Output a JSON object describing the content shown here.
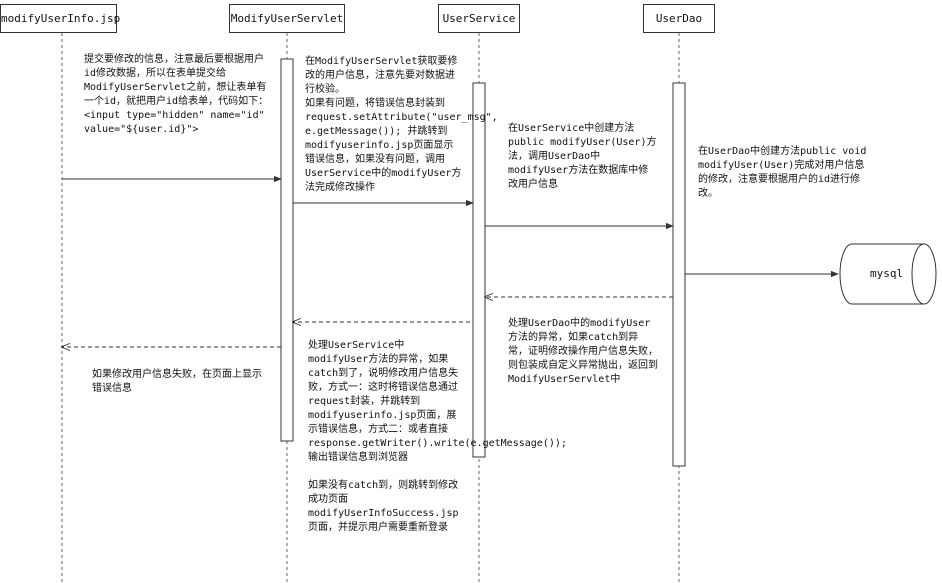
{
  "participants": [
    {
      "id": "jsp",
      "label": "modifyUserInfo.jsp"
    },
    {
      "id": "servlet",
      "label": "ModifyUserServlet"
    },
    {
      "id": "service",
      "label": "UserService"
    },
    {
      "id": "dao",
      "label": "UserDao"
    }
  ],
  "database": {
    "label": "mysql"
  },
  "messages": [
    {
      "from": "jsp",
      "to": "servlet",
      "style": "solid"
    },
    {
      "from": "servlet",
      "to": "service",
      "style": "solid"
    },
    {
      "from": "service",
      "to": "dao",
      "style": "solid"
    },
    {
      "from": "dao",
      "to": "database",
      "style": "solid"
    },
    {
      "from": "dao",
      "to": "service",
      "style": "dashed"
    },
    {
      "from": "service",
      "to": "servlet",
      "style": "dashed"
    },
    {
      "from": "servlet",
      "to": "jsp",
      "style": "dashed"
    }
  ],
  "notes": {
    "jsp_submit": "提交要修改的信息，注意最后要根据用户id修改数据，所以在表单提交给ModifyUserServlet之前，想让表单有一个id，就把用户id给表单，代码如下：\n<input type=\"hidden\" name=\"id\" value=\"${user.id}\">",
    "servlet_receive": "在ModifyUserServlet获取要修改的用户信息，注意先要对数据进行校验。\n如果有问题，将错误信息封装到request.setAttribute(\"user_msg\", e.getMessage()); 并跳转到modifyuserinfo.jsp页面显示错误信息，如果没有问题，调用UserService中的modifyUser方法完成修改操作",
    "service_method": "在UserService中创建方法public modifyUser(User)方法，调用UserDao中modifyUser方法在数据库中修改用户信息",
    "dao_method": "在UserDao中创建方法public void modifyUser(User)完成对用户信息的修改，注意要根据用户的id进行修改。",
    "service_exception": "处理UserDao中的modifyUser方法的异常，如果catch到异常，证明修改操作用户信息失败，则包装成自定义异常抛出，返回到ModifyUserServlet中",
    "servlet_exception": "处理UserService中modifyUser方法的异常，如果catch到了，说明修改用户信息失败，方式一：这时将错误信息通过request封装，并跳转到modifyuserinfo.jsp页面，展示错误信息，方式二：或者直接response.getWriter().write(e.getMessage()); 输出错误信息到浏览器\n\n如果没有catch到，则跳转到修改成功页面modifyUserInfoSuccess.jsp页面，并提示用户需要重新登录",
    "jsp_fail": "如果修改用户信息失败，在页面上显示错误信息"
  }
}
